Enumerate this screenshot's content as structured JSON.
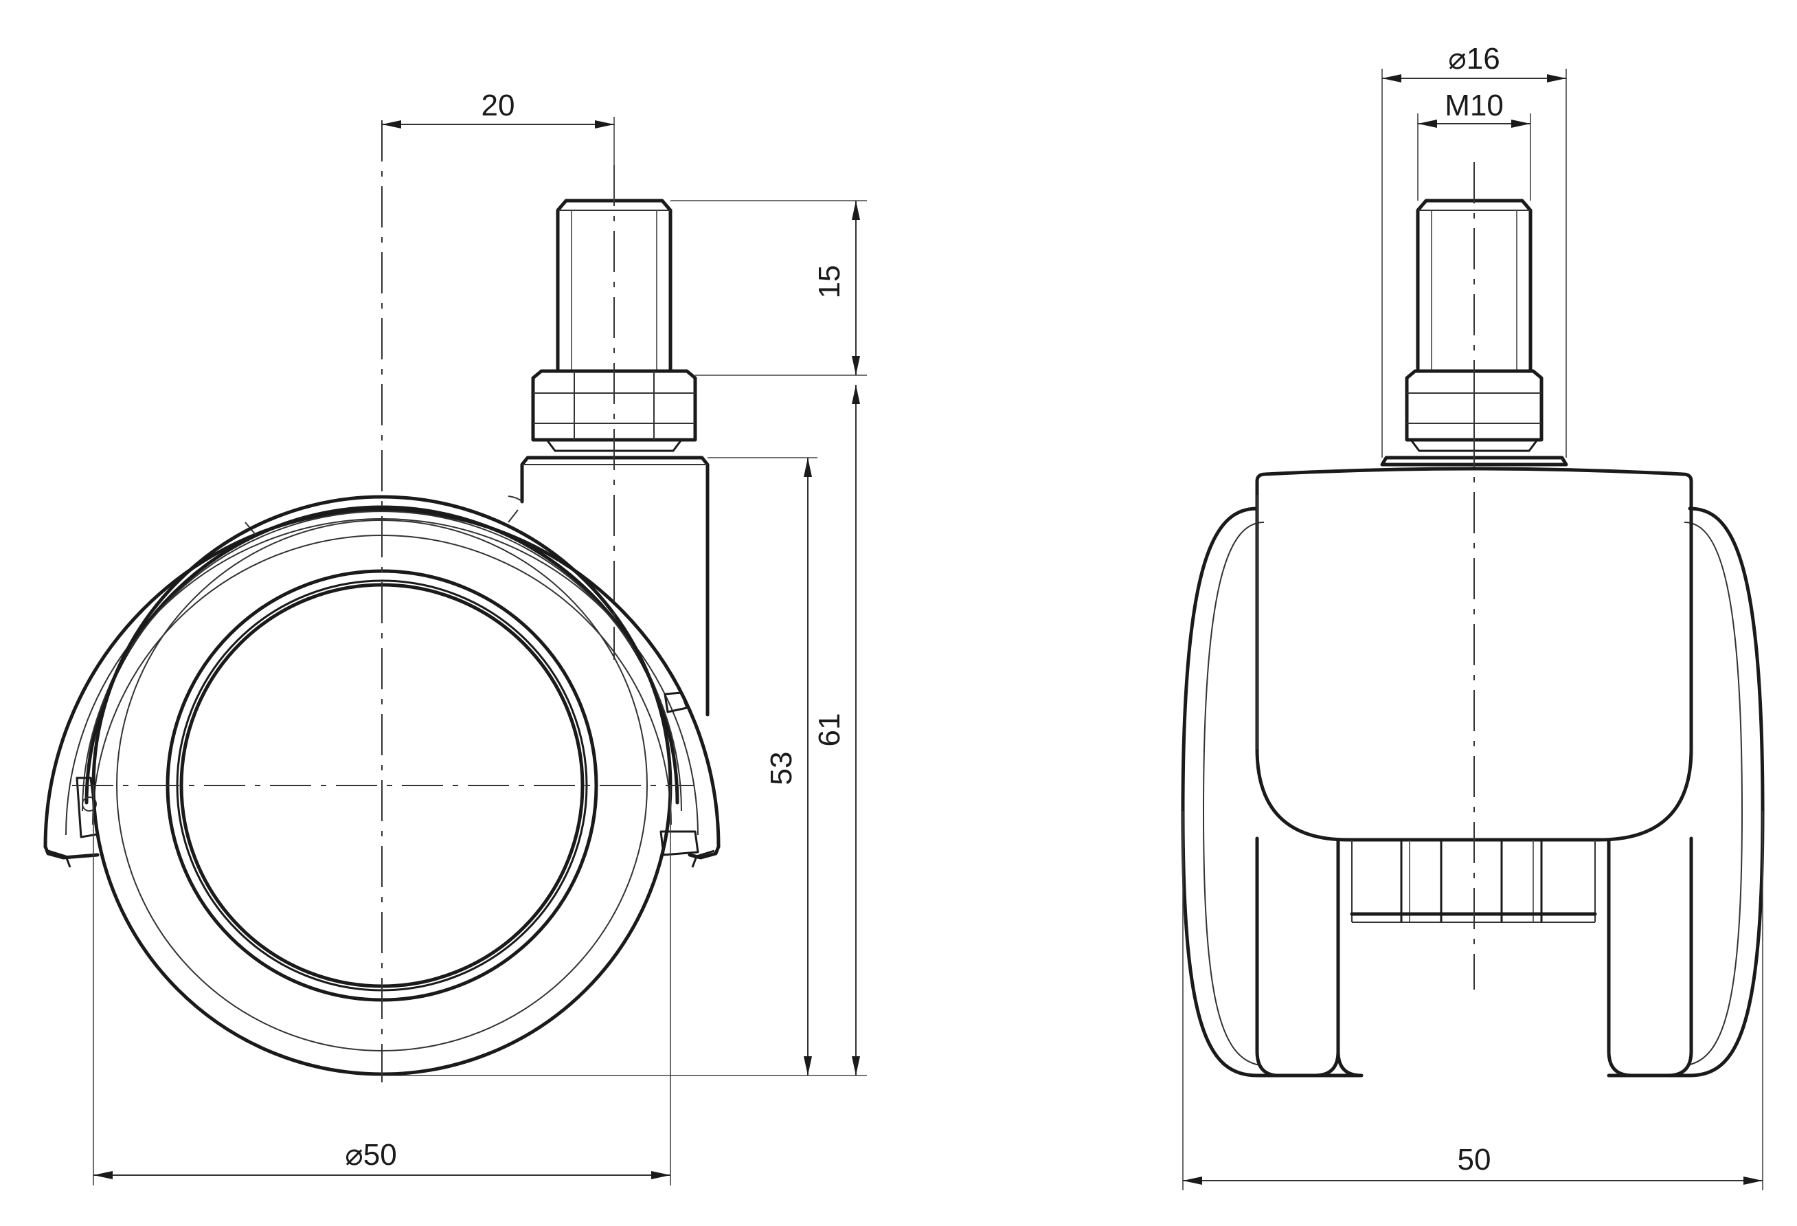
{
  "colors": {
    "line": "#1a1a1a",
    "background": "#ffffff"
  },
  "side_view": {
    "dims": {
      "stem_offset": "20",
      "stem_length": "15",
      "total_height": "61",
      "wheel_axle_height": "53",
      "wheel_diameter": "50"
    },
    "diameter_symbol": "⌀"
  },
  "front_view": {
    "dims": {
      "stem_outer_diameter": "16",
      "thread": "M10",
      "overall_width": "50"
    },
    "diameter_symbol": "⌀"
  }
}
